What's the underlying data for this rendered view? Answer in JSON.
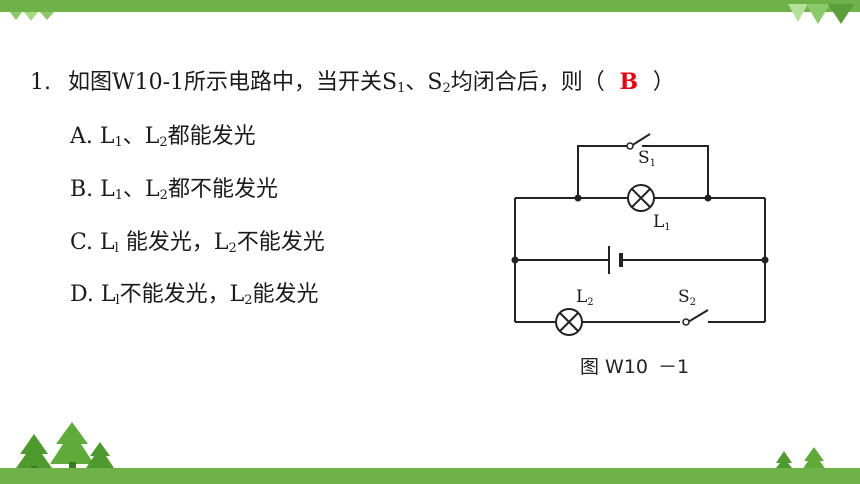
{
  "question": {
    "number": "1.",
    "stem_before": "如图W10-1所示电路中，当开关S",
    "s1_sub": "1",
    "sep": "、S",
    "s2_sub": "2",
    "stem_after": "均闭合后，则（",
    "answer": "B",
    "close": "）"
  },
  "options": [
    {
      "prefix": "A. L",
      "sub1": "1",
      "mid": "、L",
      "sub2": "2",
      "suffix": "都能发光"
    },
    {
      "prefix": "B. L",
      "sub1": "1",
      "mid": "、L",
      "sub2": "2",
      "suffix": "都不能发光"
    },
    {
      "prefix": "C. L",
      "sub1": "l",
      "mid": " 能发光，L",
      "sub2": "2",
      "suffix": "不能发光"
    },
    {
      "prefix": "D. L",
      "sub1": "l",
      "mid": "不能发光，L",
      "sub2": "2",
      "suffix": "能发光"
    }
  ],
  "circuit": {
    "s1_label": "S",
    "s1_sub": "1",
    "l1_label": "L",
    "l1_sub": "1",
    "l2_label": "L",
    "l2_sub": "2",
    "s2_label": "S",
    "s2_sub": "2"
  },
  "caption": {
    "text": "图 W10",
    "suffix": "－1"
  },
  "colors": {
    "accent_green": "#6fb24a",
    "answer_red": "#e60012"
  }
}
